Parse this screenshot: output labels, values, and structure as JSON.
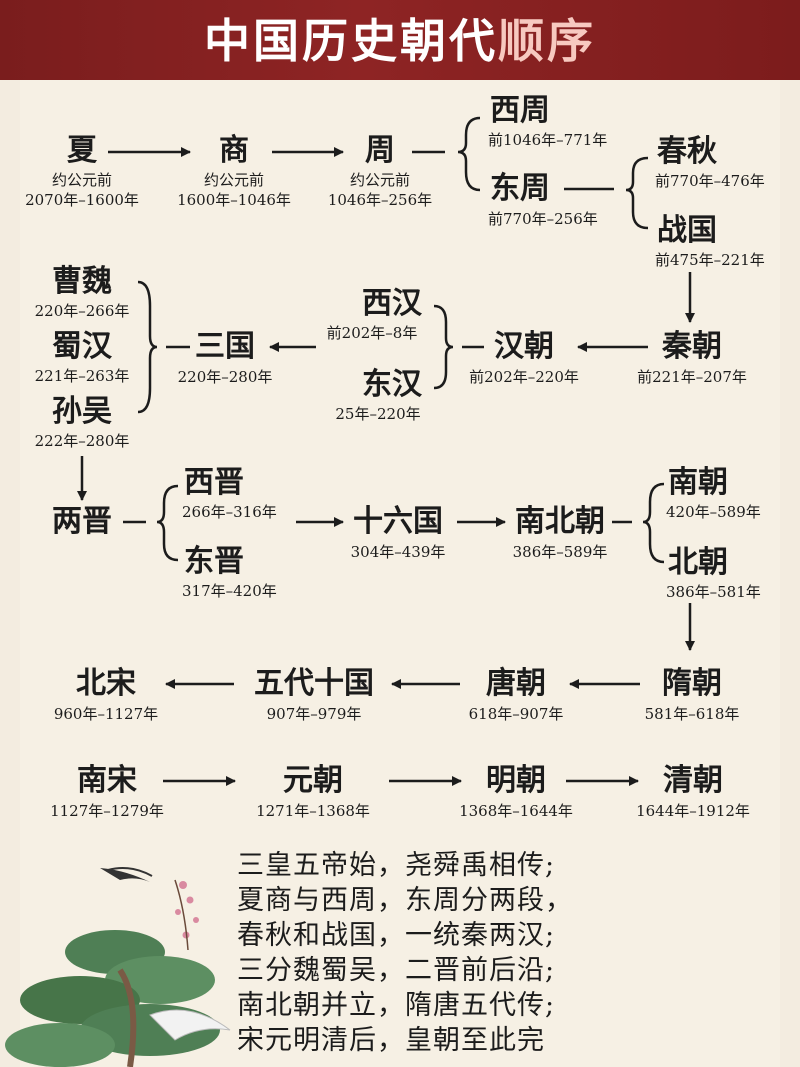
{
  "title": {
    "main": "中国历史朝代",
    "accent": "顺序"
  },
  "dynasties": {
    "xia": {
      "name": "夏",
      "date1": "约公元前",
      "date2": "2070年–1600年"
    },
    "shang": {
      "name": "商",
      "date1": "约公元前",
      "date2": "1600年–1046年"
    },
    "zhou": {
      "name": "周",
      "date1": "约公元前",
      "date2": "1046年–256年"
    },
    "xizhou": {
      "name": "西周",
      "date": "前1046年–771年"
    },
    "dongzhou": {
      "name": "东周",
      "date": "前770年–256年"
    },
    "chunqiu": {
      "name": "春秋",
      "date": "前770年–476年"
    },
    "zhanguo": {
      "name": "战国",
      "date": "前475年–221年"
    },
    "qin": {
      "name": "秦朝",
      "date": "前221年–207年"
    },
    "han": {
      "name": "汉朝",
      "date": "前202年–220年"
    },
    "xihan": {
      "name": "西汉",
      "date": "前202年–8年"
    },
    "donghan": {
      "name": "东汉",
      "date": "25年–220年"
    },
    "sanguo": {
      "name": "三国",
      "date": "220年–280年"
    },
    "caowei": {
      "name": "曹魏",
      "date": "220年–266年"
    },
    "shuhan": {
      "name": "蜀汉",
      "date": "221年–263年"
    },
    "sunwu": {
      "name": "孙吴",
      "date": "222年–280年"
    },
    "liangjin": {
      "name": "两晋"
    },
    "xijin": {
      "name": "西晋",
      "date": "266年–316年"
    },
    "dongjin": {
      "name": "东晋",
      "date": "317年–420年"
    },
    "shiliuguo": {
      "name": "十六国",
      "date": "304年–439年"
    },
    "nanbeichao": {
      "name": "南北朝",
      "date": "386年–589年"
    },
    "nanchao": {
      "name": "南朝",
      "date": "420年–589年"
    },
    "beichao": {
      "name": "北朝",
      "date": "386年–581年"
    },
    "sui": {
      "name": "隋朝",
      "date": "581年–618年"
    },
    "tang": {
      "name": "唐朝",
      "date": "618年–907年"
    },
    "wudai": {
      "name": "五代十国",
      "date": "907年–979年"
    },
    "beisong": {
      "name": "北宋",
      "date": "960年–1127年"
    },
    "nansong": {
      "name": "南宋",
      "date": "1127年–1279年"
    },
    "yuan": {
      "name": "元朝",
      "date": "1271年–1368年"
    },
    "ming": {
      "name": "明朝",
      "date": "1368年–1644年"
    },
    "qing": {
      "name": "清朝",
      "date": "1644年–1912年"
    }
  },
  "poem": [
    "三皇五帝始，尧舜禹相传;",
    "夏商与西周，东周分两段，",
    "春秋和战国，一统秦两汉;",
    "三分魏蜀吴，二晋前后沿;",
    "南北朝并立，隋唐五代传;",
    "宋元明清后，皇朝至此完"
  ],
  "colors": {
    "banner": "#7a1d1d",
    "paper": "#f6f0e4",
    "ink": "#1c1c1c",
    "pine": "#4f7f55",
    "blossom": "#d98aa0"
  }
}
